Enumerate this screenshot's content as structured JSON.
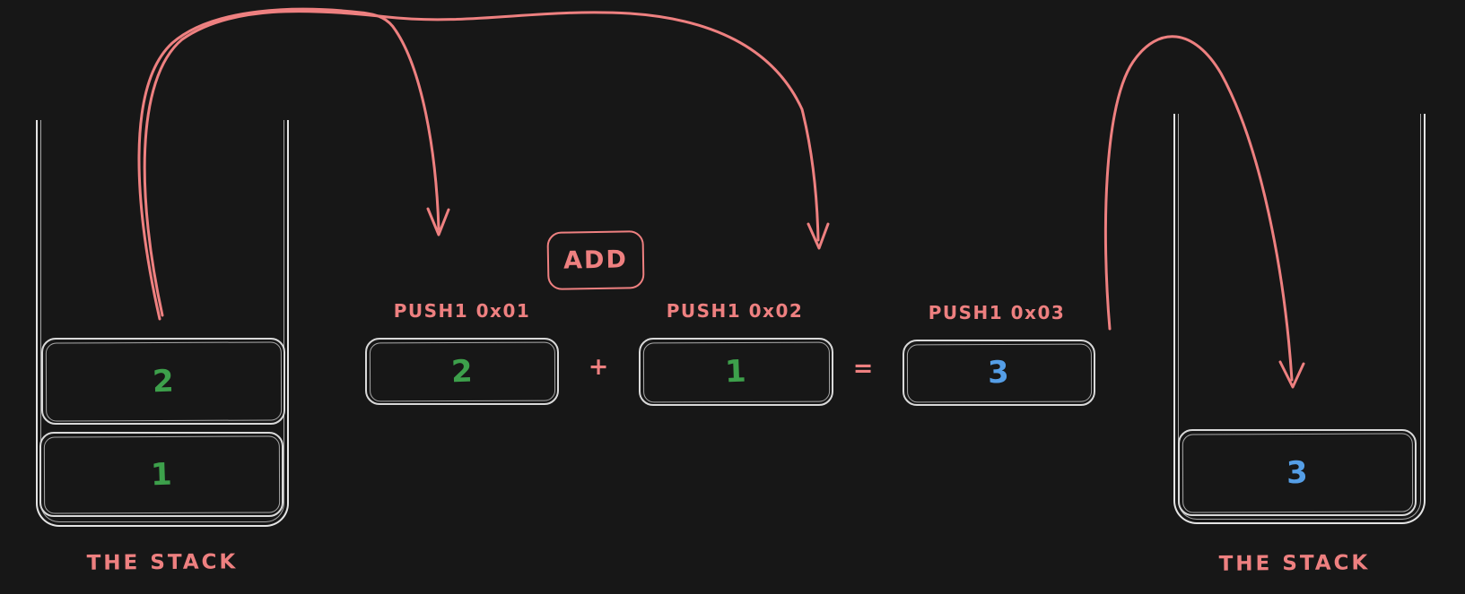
{
  "colors": {
    "background": "#171717",
    "stroke_light": "#d9d9d9",
    "accent": "#ee8080",
    "green": "#3da04b",
    "blue": "#559ee6"
  },
  "left_stack": {
    "label": "THE STACK",
    "items": [
      {
        "value": "2",
        "color": "#3da04b"
      },
      {
        "value": "1",
        "color": "#3da04b"
      }
    ]
  },
  "operation": {
    "opcode": "ADD",
    "operands": [
      {
        "label": "PUSH1 0x01",
        "value": "2",
        "color": "#3da04b"
      },
      {
        "label": "PUSH1 0x02",
        "value": "1",
        "color": "#3da04b"
      }
    ],
    "operator": "+",
    "equals": "=",
    "result": {
      "label": "PUSH1 0x03",
      "value": "3",
      "color": "#559ee6"
    }
  },
  "right_stack": {
    "label": "THE STACK",
    "items": [
      {
        "value": "3",
        "color": "#559ee6"
      }
    ]
  }
}
